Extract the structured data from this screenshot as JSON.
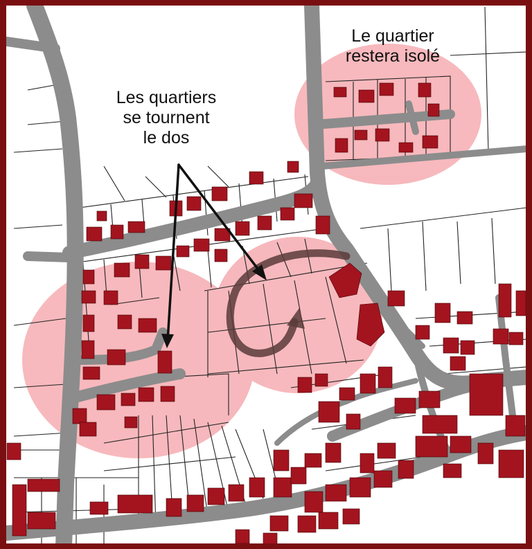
{
  "annotations": {
    "isolated": {
      "line1": "Le quartier",
      "line2": "restera isolé"
    },
    "backs": {
      "line1": "Les quartiers",
      "line2": "se tournent",
      "line3": "le dos"
    }
  },
  "colors": {
    "frame": "#7a0f12",
    "paper": "#ffffff",
    "road": "#8c8c8c",
    "building": "#a3141f",
    "highlight": "#f07f86",
    "parcel_line": "#222222",
    "arrow": "#111111",
    "turn_arrow": "#5a3b3b"
  },
  "icons": [
    "pointer-arrow-icon",
    "turn-arrow-icon"
  ]
}
